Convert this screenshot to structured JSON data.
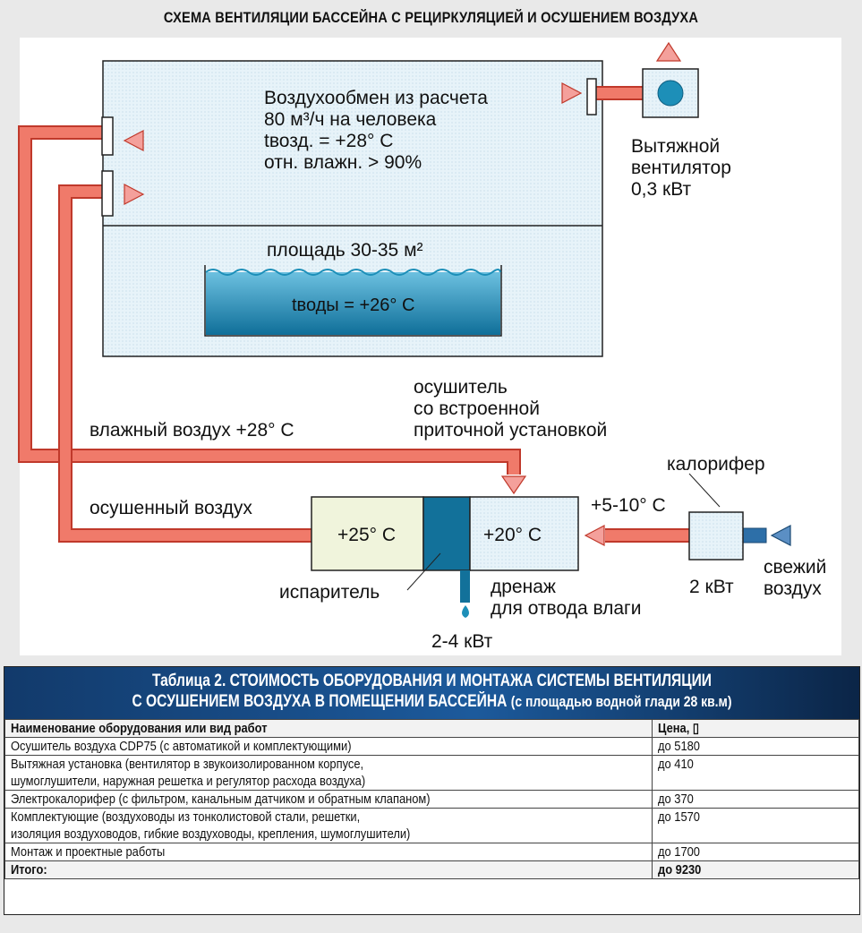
{
  "title": "СХЕМА ВЕНТИЛЯЦИИ БАССЕЙНА С РЕЦИРКУЛЯЦИЕЙ И ОСУШЕНИЕМ ВОЗДУХА",
  "room": {
    "lines": [
      "Воздухообмен из расчета",
      "80 м³/ч на человека",
      "tвозд. = +28° С",
      "отн. влажн. > 90%"
    ]
  },
  "pool": {
    "area": "площадь 30-35 м²",
    "water_temp": "tводы = +26° С"
  },
  "exhaust_fan": {
    "lines": [
      "Вытяжной",
      "вентилятор",
      "0,3 кВт"
    ]
  },
  "dryer": {
    "lines": [
      "осушитель",
      "со встроенной",
      "приточной установкой"
    ]
  },
  "humid_air": "влажный воздух +28° С",
  "dried_air": "осушенный воздух",
  "hot_section": "+25° С",
  "cold_section": "+20° С",
  "evaporator": "испаритель",
  "drain": {
    "lines": [
      "дренаж",
      "для отвода влаги"
    ]
  },
  "dryer_power": "2-4 кВт",
  "heater": "калорифер",
  "heater_power": "2 кВт",
  "supply_temp": "+5-10° С",
  "fresh_air": {
    "lines": [
      "свежий",
      "воздух"
    ]
  },
  "colors": {
    "duct": "#f07a6a",
    "duct_edge": "#c0392b",
    "water": "#1d8fb8",
    "room_fill": "#e7f3f9",
    "evaporator": "#12719a"
  },
  "table": {
    "caption_line1": "Таблица 2. СТОИМОСТЬ ОБОРУДОВАНИЯ И МОНТАЖА СИСТЕМЫ ВЕНТИЛЯЦИИ",
    "caption_line2": "С ОСУШЕНИЕМ ВОЗДУХА В ПОМЕЩЕНИИ БАССЕЙНА",
    "caption_note": "(с площадью водной глади 28 кв.м)",
    "header": [
      "Наименование оборудования или вид работ",
      "Цена, ▯"
    ],
    "rows": [
      {
        "name": [
          "Осушитель воздуха CDP75 (с автоматикой и комплектующими)"
        ],
        "price": "до 5180"
      },
      {
        "name": [
          "Вытяжная установка (вентилятор в звукоизолированном корпусе,",
          "шумоглушители, наружная решетка и регулятор расхода воздуха)"
        ],
        "price": "до 410"
      },
      {
        "name": [
          "Электрокалорифер (с фильтром, канальным датчиком и обратным клапаном)"
        ],
        "price": "до 370"
      },
      {
        "name": [
          "Комплектующие (воздуховоды из тонколистовой стали, решетки,",
          "изоляция воздуховодов, гибкие воздуховоды, крепления, шумоглушители)"
        ],
        "price": "до 1570"
      },
      {
        "name": [
          "Монтаж и проектные работы"
        ],
        "price": "до 1700"
      }
    ],
    "total": [
      "Итого:",
      "до 9230"
    ]
  }
}
